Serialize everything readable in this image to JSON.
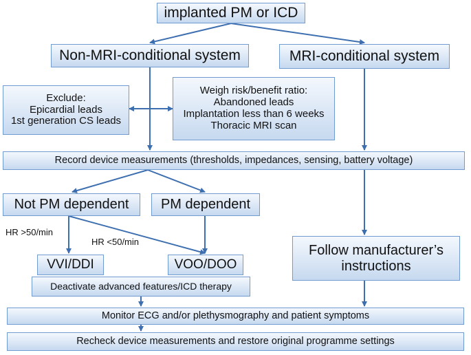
{
  "nodes": {
    "implanted": "implanted PM or ICD",
    "non_mri": "Non-MRI-conditional system",
    "mri": "MRI-conditional system",
    "exclude": [
      "Exclude:",
      "Epicardial leads",
      "1st generation CS leads"
    ],
    "weigh": [
      "Weigh risk/benefit ratio:",
      "Abandoned leads",
      "Implantation less than 6 weeks",
      "Thoracic MRI scan"
    ],
    "record": "Record device measurements (thresholds, impedances, sensing, battery voltage)",
    "not_pm": "Not PM dependent",
    "pm_dep": "PM dependent",
    "follow": [
      "Follow manufacturer’s",
      "instructions"
    ],
    "vvi": "VVI/DDI",
    "voo": "VOO/DOO",
    "deactivate": "Deactivate advanced features/ICD therapy",
    "monitor": "Monitor ECG and/or plethysmography and patient symptoms",
    "recheck": "Recheck device measurements and restore original programme settings"
  },
  "labels": {
    "hr_high": "HR >50/min",
    "hr_low": "HR <50/min"
  },
  "colors": {
    "arrow": "#3d6fb0",
    "box_border": "#6f9bd1"
  }
}
